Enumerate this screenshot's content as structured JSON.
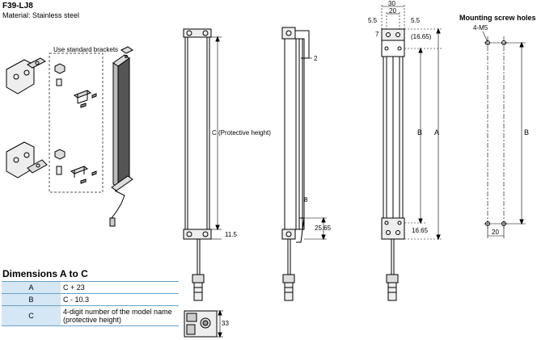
{
  "header": {
    "model": "F39-LJ8",
    "material": "Material: Stainless steel"
  },
  "brackets_note": "Use standard brackets",
  "mounting_title": "Mounting screw holes",
  "mounting_labels": {
    "screw": "4-M5",
    "b": "B",
    "spacing": "20"
  },
  "front_view": {
    "c_label": "C (Protective height)",
    "bottom_dim": "11.5"
  },
  "side_view": {
    "dim_top": "2",
    "dim_bottom_small": "8",
    "dim_bottom": "25.65"
  },
  "rear_view": {
    "dim_30": "30",
    "dim_20": "20",
    "dim_55_left": "5.5",
    "dim_55_right": "5.5",
    "dim_7": "7",
    "dim_1665_top": "(16.65)",
    "dim_1665_bottom": "16.65",
    "b": "B",
    "a": "A"
  },
  "end_view": {
    "dim": "33"
  },
  "dimensions": {
    "title": "Dimensions A to C",
    "rows": [
      {
        "key": "A",
        "value": "C + 23"
      },
      {
        "key": "B",
        "value": "C - 10.3"
      },
      {
        "key": "C",
        "value": "4-digit number of the model name (protective height)"
      }
    ]
  }
}
